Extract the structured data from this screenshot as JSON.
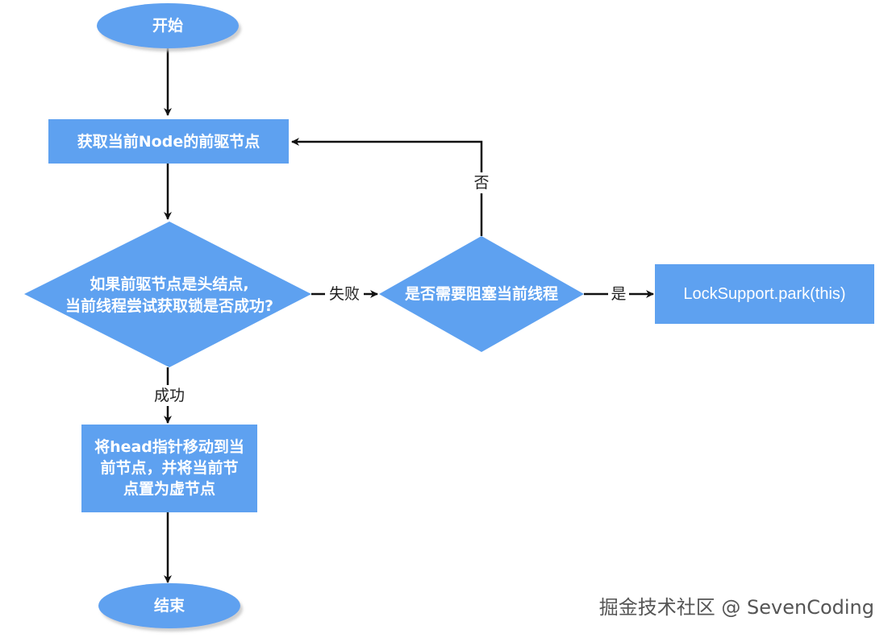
{
  "diagram": {
    "title": "AQS acquireQueued flowchart",
    "colors": {
      "node_fill": "#5ea1f0",
      "node_text": "#ffffff",
      "edge": "#111111",
      "label_text": "#222222",
      "watermark": "#555555"
    },
    "nodes": {
      "start": {
        "shape": "ellipse",
        "label": "开始"
      },
      "get_pred": {
        "shape": "rect",
        "label": "获取当前Node的前驱节点"
      },
      "try_acquire": {
        "shape": "diamond",
        "lines": [
          "如果前驱节点是头结点,",
          "当前线程尝试获取锁是否成功?"
        ]
      },
      "should_park": {
        "shape": "diamond",
        "label": "是否需要阻塞当前线程"
      },
      "park": {
        "shape": "rect",
        "label": "LockSupport.park(this)"
      },
      "set_head": {
        "shape": "rect",
        "lines": [
          "将head指针移动到当",
          "前节点，并将当前节",
          "点置为虚节点"
        ]
      },
      "end": {
        "shape": "ellipse",
        "label": "结束"
      }
    },
    "edges": [
      {
        "from": "start",
        "to": "get_pred",
        "label": ""
      },
      {
        "from": "get_pred",
        "to": "try_acquire",
        "label": ""
      },
      {
        "from": "try_acquire",
        "to": "should_park",
        "label": "失败"
      },
      {
        "from": "should_park",
        "to": "park",
        "label": "是"
      },
      {
        "from": "should_park",
        "to": "get_pred",
        "label": "否"
      },
      {
        "from": "try_acquire",
        "to": "set_head",
        "label": "成功"
      },
      {
        "from": "set_head",
        "to": "end",
        "label": ""
      }
    ],
    "edge_labels": {
      "fail": "失败",
      "yes": "是",
      "no": "否",
      "success": "成功"
    }
  },
  "watermark": "掘金技术社区 @ SevenCoding"
}
